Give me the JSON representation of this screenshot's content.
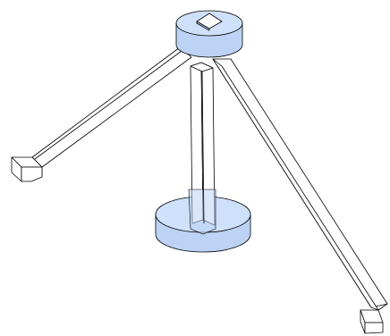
{
  "scene": {
    "background_color": "#ffffff",
    "line_color": "#000000",
    "hub_color": "#bcd3f5",
    "parts": [
      "top-hub",
      "left-leg",
      "right-leg",
      "center-post",
      "base-disk"
    ]
  }
}
